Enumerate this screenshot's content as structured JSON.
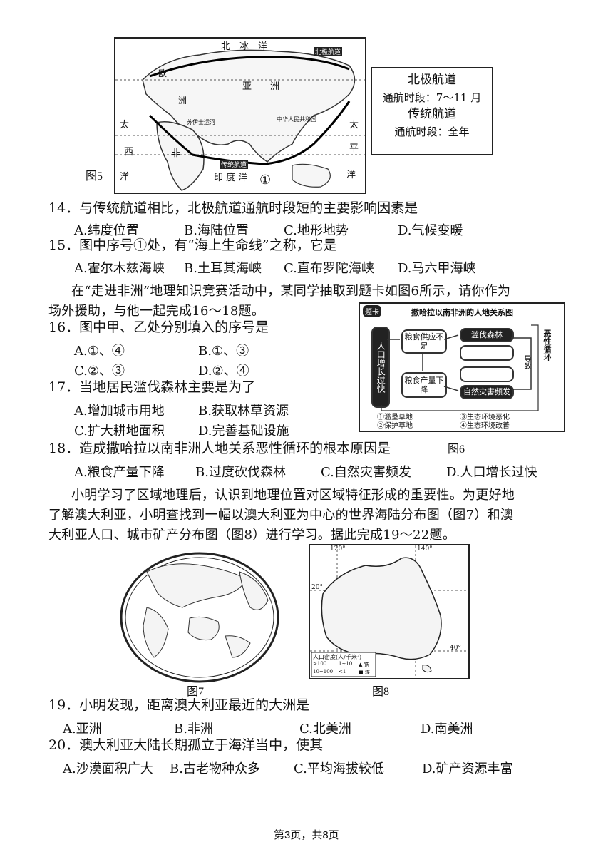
{
  "fig5": {
    "caption": "图5",
    "legend": {
      "arctic_title": "北极航道",
      "arctic_time": "通航时段：7～11 月",
      "traditional_title": "传统航道",
      "traditional_time": "通航时段：全年"
    },
    "map_labels": {
      "north_ocean": "北　冰　洋",
      "arctic_route": "北极航道",
      "europe": "欧",
      "asia": "亚　　洲",
      "pacific_left": "太",
      "atlantic": "西",
      "africa": "非",
      "ocean_left": "洋",
      "pacific_right1": "太",
      "pacific_right2": "平",
      "pacific_right3": "洋",
      "indian_ocean": "印 度 洋",
      "traditional_route": "传统航道",
      "circle_one": "①",
      "suez": "苏伊士运河",
      "china": "中华人民共和国",
      "zhou": "洲"
    }
  },
  "q14": {
    "stem": "14．与传统航道相比，北极航道通航时段短的主要影响因素是",
    "options": [
      "A.纬度位置",
      "B.海陆位置",
      "C.地形地势",
      "D.气候变暖"
    ]
  },
  "q15": {
    "stem": "15．图中序号①处，有“海上生命线”之称，它是",
    "options": [
      "A.霍尔木兹海峡",
      "B.土耳其海峡",
      "C.直布罗陀海峡",
      "D.马六甲海峡"
    ]
  },
  "intro16": {
    "line1": "在“走进非洲”地理知识竞赛活动中，某同学抽取到题卡如图6所示，请你作为",
    "line2": "场外援助，与他一起完成16～18题。"
  },
  "q16": {
    "stem": "16．图中甲、乙处分别填入的序号是",
    "options": [
      "A.①、④",
      "B.①、③",
      "C.②、③",
      "D.②、④"
    ]
  },
  "q17": {
    "stem": "17．当地居民滥伐森林主要是为了",
    "options": [
      "A.增加城市用地",
      "B.获取林草资源",
      "C.扩大耕地面积",
      "D.完善基础设施"
    ]
  },
  "q18": {
    "stem": "18．造成撒哈拉以南非洲人地关系恶性循环的根本原因是",
    "options": [
      "A.粮食产量下降",
      "B.过度砍伐森林",
      "C.自然灾害频发",
      "D.人口增长过快"
    ]
  },
  "fig6": {
    "caption": "图6",
    "tag": "题卡",
    "title": "撒哈拉以南非洲的人地关系图",
    "left": "人口增长过快",
    "food_shortage": "粮食供应不足",
    "deforest": "滥伐森林",
    "food_drop": "粮食产量下降",
    "disaster": "自然灾害频发",
    "lead": "导致",
    "cycle": "恶性循环",
    "opt1": "①滥垦草地",
    "opt2": "②保护草地",
    "opt3": "③生态环境恶化",
    "opt4": "④生态环境改善"
  },
  "intro19": {
    "line1": "小明学习了区域地理后，认识到地理位置对区域特征形成的重要性。为更好地",
    "line2": "了解澳大利亚，小明查找到一幅以澳大利亚为中心的世界海陆分布图（图7）和澳",
    "line3": "大利亚人口、城市矿产分布图（图8）进行学习。据此完成19～22题。"
  },
  "fig7": {
    "caption": "图7"
  },
  "fig8": {
    "caption": "图8",
    "lon1": "120°",
    "lon2": "140°",
    "lat1": "20°",
    "lat2": "40°",
    "legend_title": "人口密度(人/千米²)",
    "leg_a": ">100",
    "leg_b": "1~10",
    "leg_c": "10~100",
    "leg_d": "<1",
    "leg_e": "▲ 铁",
    "leg_f": "■ 煤"
  },
  "q19": {
    "stem": "19．小明发现，距离澳大利亚最近的大洲是",
    "options": [
      "A.亚洲",
      "B.非洲",
      "C.北美洲",
      "D.南美洲"
    ]
  },
  "q20": {
    "stem": "20．澳大利亚大陆长期孤立于海洋当中，使其",
    "options": [
      "A.沙漠面积广大",
      "B.古老物种众多",
      "C.平均海拔较低",
      "D.矿产资源丰富"
    ]
  },
  "footer": {
    "page": "第3页，共8页"
  }
}
